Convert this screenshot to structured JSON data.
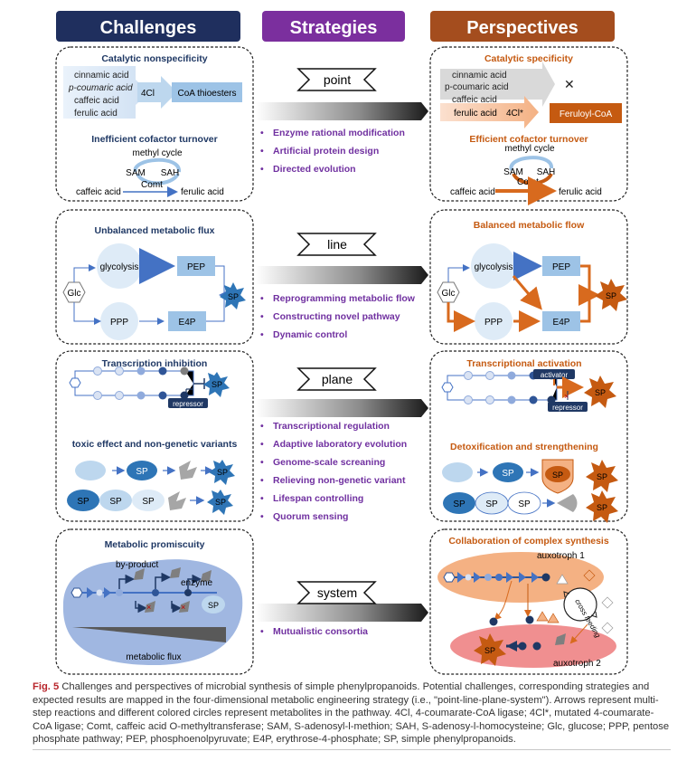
{
  "colors": {
    "challenges": "#1f2f5e",
    "strategies": "#7b2f9e",
    "perspectives": "#a44d1e",
    "blue_arrow": "#4472c4",
    "orange": "#d86a1e",
    "light_blue": "#bdd7ee",
    "mid_blue": "#9dc3e6",
    "purple_text": "#7030a0",
    "orange_text": "#c55a11"
  },
  "headers": {
    "challenges": "Challenges",
    "strategies": "Strategies",
    "perspectives": "Perspectives"
  },
  "levels": {
    "point": "point",
    "line": "line",
    "plane": "plane",
    "system": "system"
  },
  "strategies": {
    "point": [
      "Enzyme rational modification",
      "Artificial protein design",
      "Directed evolution"
    ],
    "line": [
      "Reprogramming metabolic flow",
      "Constructing novel pathway",
      "Dynamic control"
    ],
    "plane": [
      "Transcriptional regulation",
      "Adaptive laboratory evolution",
      "Genome-scale screaning",
      "Relieving non-genetic variant",
      "Lifespan controlling",
      "Quorum sensing"
    ],
    "system": [
      "Mutualistic consortia"
    ]
  },
  "challenges": {
    "catalytic_title": "Catalytic nonspecificity",
    "substrates": [
      "cinnamic acid",
      "p-coumaric acid",
      "caffeic acid",
      "ferulic acid"
    ],
    "enzyme_4cl": "4Cl",
    "coa": "CoA thioesters",
    "cofactor_title": "Inefficient cofactor turnover",
    "methyl_cycle": "methyl cycle",
    "sam": "SAM",
    "sah": "SAH",
    "comt": "Comt",
    "caffeic": "caffeic acid",
    "ferulic": "ferulic acid",
    "flux_title": "Unbalanced metabolic flux",
    "glc": "Glc",
    "glycolysis": "glycolysis",
    "ppp": "PPP",
    "pep": "PEP",
    "e4p": "E4P",
    "sp": "SP",
    "transcription_title": "Transcription inhibition",
    "repressor": "repressor",
    "toxic_title": "toxic effect and non-genetic variants",
    "promiscuity_title": "Metabolic promiscuity",
    "byproduct": "by-product",
    "enzyme": "enzyme",
    "metabolic_flux": "metabolic flux"
  },
  "perspectives": {
    "catalytic_title": "Catalytic specificity",
    "substrates": [
      "cinnamic acid",
      "p-coumaric acid",
      "caffeic acid",
      "ferulic acid"
    ],
    "enzyme_4cl_mut": "4Cl*",
    "feruloyl": "Feruloyl-CoA",
    "cofactor_title": "Efficient cofactor turnover",
    "balanced_title": "Balanced metabolic flow",
    "activation_title": "Transcriptional activation",
    "activator": "activator",
    "detox_title": "Detoxification and strengthening",
    "collab_title": "Collaboration of complex synthesis",
    "auxotroph1": "auxotroph 1",
    "auxotroph2": "auxotroph 2",
    "cross_feeding": "cross feeding"
  },
  "caption": {
    "label": "Fig. 5",
    "text": "Challenges and perspectives of microbial synthesis of simple phenylpropanoids. Potential challenges, corresponding strategies and expected results are mapped in the four-dimensional metabolic engineering strategy (i.e., \"point-line-plane-system\"). Arrows represent multi-step reactions and different colored circles represent metabolites in the pathway. 4Cl, 4-coumarate-CoA ligase; 4Cl*, mutated 4-coumarate-CoA ligase; Comt, caffeic acid O-methyltransferase; SAM, S-adenosyl-l-methion; SAH, S-adenosy-l-homocysteine; Glc, glucose; PPP, pentose phosphate pathway; PEP, phosphoenolpyruvate; E4P, erythrose-4-phosphate; SP, simple phenylpropanoids."
  }
}
